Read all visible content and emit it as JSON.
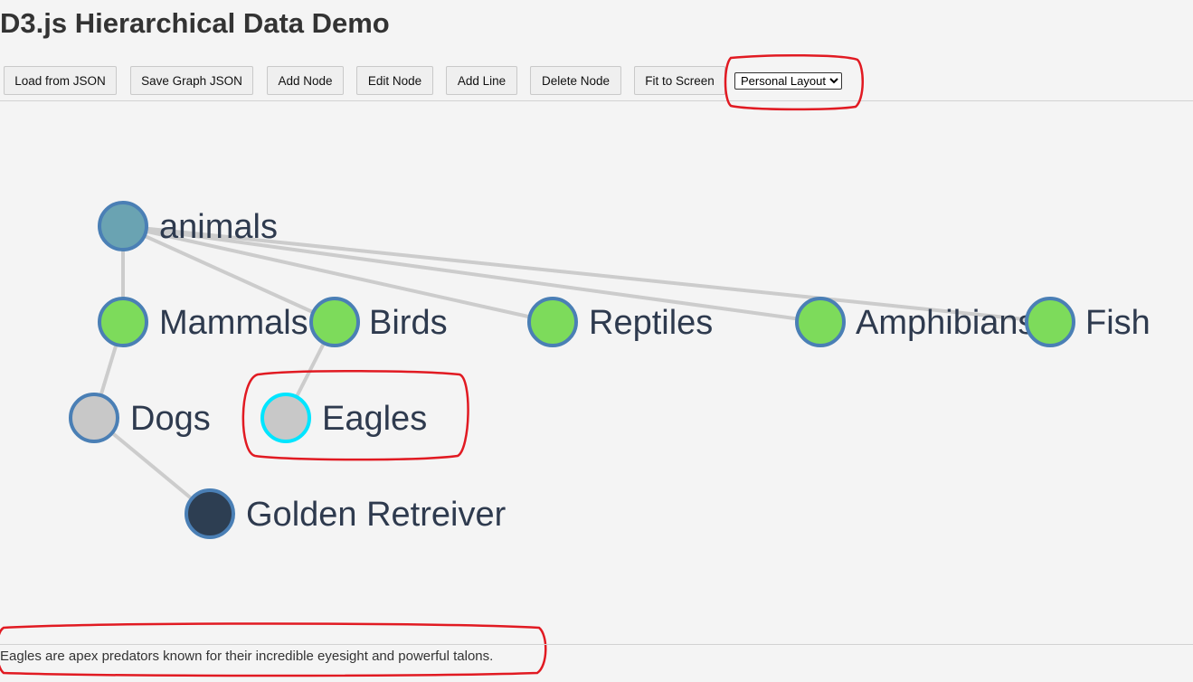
{
  "page": {
    "title": "D3.js Hierarchical Data Demo"
  },
  "toolbar": {
    "buttons": [
      {
        "id": "load-json",
        "label": "Load from JSON"
      },
      {
        "id": "save-json",
        "label": "Save Graph JSON"
      },
      {
        "id": "add-node",
        "label": "Add Node"
      },
      {
        "id": "edit-node",
        "label": "Edit Node"
      },
      {
        "id": "add-line",
        "label": "Add Line"
      },
      {
        "id": "delete-node",
        "label": "Delete Node"
      },
      {
        "id": "fit-screen",
        "label": "Fit to Screen"
      }
    ],
    "layout_select": {
      "selected": "Personal Layout"
    }
  },
  "graph": {
    "nodes": [
      {
        "id": "animals",
        "label": "animals",
        "color": "#6aa3b2",
        "stroke": "#4a7fb5"
      },
      {
        "id": "mammals",
        "label": "Mammals",
        "color": "#7ddb5b",
        "stroke": "#4a7fb5"
      },
      {
        "id": "birds",
        "label": "Birds",
        "color": "#7ddb5b",
        "stroke": "#4a7fb5"
      },
      {
        "id": "reptiles",
        "label": "Reptiles",
        "color": "#7ddb5b",
        "stroke": "#4a7fb5"
      },
      {
        "id": "amphibians",
        "label": "Amphibians",
        "color": "#7ddb5b",
        "stroke": "#4a7fb5"
      },
      {
        "id": "fish",
        "label": "Fish",
        "color": "#7ddb5b",
        "stroke": "#4a7fb5"
      },
      {
        "id": "dogs",
        "label": "Dogs",
        "color": "#c8c8c8",
        "stroke": "#4a7fb5"
      },
      {
        "id": "eagles",
        "label": "Eagles",
        "color": "#c8c8c8",
        "stroke": "#00e5ff",
        "selected": true
      },
      {
        "id": "golden",
        "label": "Golden Retreiver",
        "color": "#2d3e52",
        "stroke": "#4a7fb5"
      }
    ],
    "links": [
      {
        "source": "animals",
        "target": "mammals"
      },
      {
        "source": "animals",
        "target": "birds"
      },
      {
        "source": "animals",
        "target": "reptiles"
      },
      {
        "source": "animals",
        "target": "amphibians"
      },
      {
        "source": "animals",
        "target": "fish"
      },
      {
        "source": "mammals",
        "target": "dogs"
      },
      {
        "source": "birds",
        "target": "eagles"
      },
      {
        "source": "dogs",
        "target": "golden"
      }
    ],
    "link_color": "#cccccc"
  },
  "info": {
    "text": "Eagles are apex predators known for their incredible eyesight and powerful talons."
  },
  "colors": {
    "annotation": "#e11a22",
    "background": "#f4f4f4"
  }
}
